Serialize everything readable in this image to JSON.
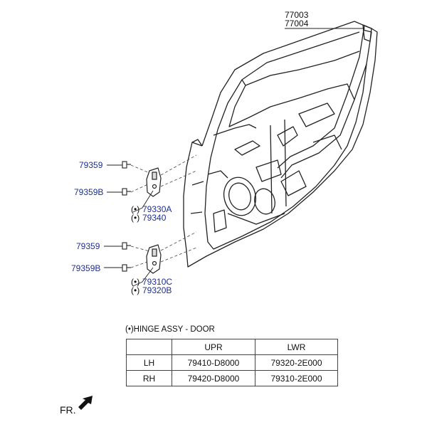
{
  "part_labels": {
    "door_upper": "77003",
    "door_lower": "77004",
    "bolt_upper_1": "79359",
    "bolt_upper_2": "79359B",
    "hinge_upper_1": "79330A",
    "hinge_upper_2": "79340",
    "bolt_lower_1": "79359",
    "bolt_lower_2": "79359B",
    "hinge_lower_1": "79310C",
    "hinge_lower_2": "79320B"
  },
  "markers": {
    "bullet": "(•)"
  },
  "table": {
    "title": "(•)HINGE ASSY - DOOR",
    "headers": [
      "",
      "UPR",
      "LWR"
    ],
    "rows": [
      [
        "LH",
        "79410-D8000",
        "79320-2E000"
      ],
      [
        "RH",
        "79420-D8000",
        "79310-2E000"
      ]
    ]
  },
  "footer": {
    "front_label": "FR."
  }
}
